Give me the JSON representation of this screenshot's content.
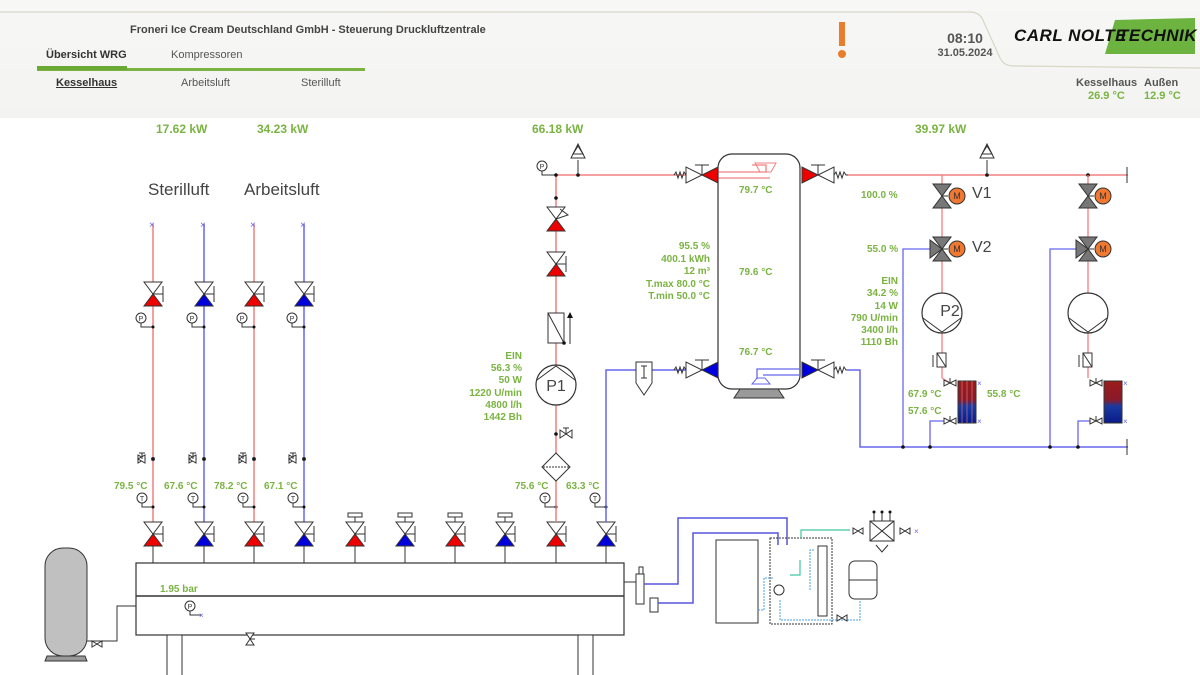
{
  "header": {
    "company_title": "Froneri Ice Cream Deutschland GmbH - Steuerung Druckluftzentrale",
    "tabs": [
      {
        "label": "Übersicht WRG",
        "active": true
      },
      {
        "label": "Kompressoren",
        "active": false
      }
    ],
    "subtabs": [
      {
        "label": "Kesselhaus",
        "active": true
      },
      {
        "label": "Arbeitsluft",
        "active": false
      },
      {
        "label": "Sterilluft",
        "active": false
      }
    ],
    "alarm_icon": "exclamation-icon",
    "time": "08:10",
    "date": "31.05.2024",
    "logo": {
      "part1": "CARL NOLTE",
      "part2": "TECHNIK"
    },
    "ambient": [
      {
        "label": "Kesselhaus",
        "value": "26.9 °C"
      },
      {
        "label": "Außen",
        "value": "12.9 °C"
      }
    ]
  },
  "colors": {
    "accent_green": "#7ab342",
    "hot_line": "#f08080",
    "cold_line": "#6666ee",
    "hot_valve": "#ee0000",
    "cold_valve": "#0000dd",
    "motor": "#f07830",
    "alarm": "#e87d2b"
  },
  "power": {
    "sterilluft": "17.62 kW",
    "arbeitsluft": "34.23 kW",
    "buffer_in": "66.18 kW",
    "heating": "39.97 kW"
  },
  "circuits": {
    "sterilluft_label": "Sterilluft",
    "arbeitsluft_label": "Arbeitsluft"
  },
  "branch_temps": [
    "79.5 °C",
    "67.6 °C",
    "78.2 °C",
    "67.1 °C"
  ],
  "pump_p1": {
    "label": "P1",
    "status": "EIN",
    "percent": "56.3 %",
    "power": "50 W",
    "speed": "1220 U/min",
    "flow": "4800 l/h",
    "hours": "1442 Bh",
    "temp_supply": "75.6 °C",
    "temp_return": "63.3 °C"
  },
  "buffer_tank": {
    "fill": "95.5 %",
    "energy": "400.1 kWh",
    "volume": "12 m³",
    "tmax": "T.max 80.0 °C",
    "tmin": "T.min 50.0 °C",
    "temp_top": "79.7 °C",
    "temp_mid": "79.6 °C",
    "temp_bottom": "76.7 °C"
  },
  "heating_circuit": {
    "v1_label": "V1",
    "v1_value": "100.0 %",
    "v2_label": "V2",
    "v2_value": "55.0 %",
    "motor_label": "M",
    "pump_label": "P2",
    "status": "EIN",
    "percent": "34.2 %",
    "power": "14 W",
    "speed": "790 U/min",
    "flow": "3400 l/h",
    "hours": "1110 Bh",
    "hx_in": "67.9 °C",
    "hx_out": "57.6 °C",
    "hx_secondary": "55.8 °C"
  },
  "manifold": {
    "pressure": "1.95 bar"
  }
}
